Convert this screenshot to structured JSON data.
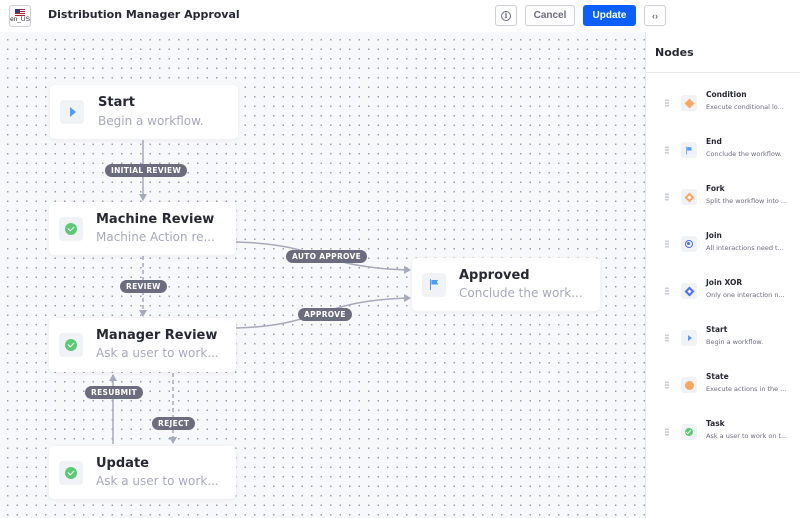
{
  "header": {
    "locale": "en_US",
    "title": "Distribution Manager Approval",
    "cancel_label": "Cancel",
    "update_label": "Update",
    "info_glyph": "i",
    "code_glyph": "‹›"
  },
  "canvas": {
    "nodes": {
      "start": {
        "title": "Start",
        "description": "Begin a workflow.",
        "icon": "play-icon"
      },
      "machine_review": {
        "title": "Machine Review",
        "description": "Machine Action re...",
        "icon": "check-circle-icon"
      },
      "manager_review": {
        "title": "Manager Review",
        "description": "Ask a user to work...",
        "icon": "check-circle-icon"
      },
      "update": {
        "title": "Update",
        "description": "Ask a user to work...",
        "icon": "check-circle-icon"
      },
      "approved": {
        "title": "Approved",
        "description": "Conclude the work...",
        "icon": "flag-icon"
      }
    },
    "transitions": {
      "initial_review": "INITIAL REVIEW",
      "review": "REVIEW",
      "auto_approve": "AUTO APPROVE",
      "approve": "APPROVE",
      "resubmit": "RESUBMIT",
      "reject": "REJECT"
    }
  },
  "sidebar": {
    "title": "Nodes",
    "items": [
      {
        "name": "Condition",
        "description": "Execute conditional lo...",
        "icon": "condition-icon"
      },
      {
        "name": "End",
        "description": "Conclude the workflow.",
        "icon": "flag-icon"
      },
      {
        "name": "Fork",
        "description": "Split the workflow into ...",
        "icon": "fork-icon"
      },
      {
        "name": "Join",
        "description": "All interactions need t...",
        "icon": "join-icon"
      },
      {
        "name": "Join XOR",
        "description": "Only one interaction n...",
        "icon": "join-xor-icon"
      },
      {
        "name": "Start",
        "description": "Begin a workflow.",
        "icon": "play-icon"
      },
      {
        "name": "State",
        "description": "Execute actions in the ...",
        "icon": "state-icon"
      },
      {
        "name": "Task",
        "description": "Ask a user to work on t...",
        "icon": "check-circle-icon"
      }
    ]
  },
  "colors": {
    "primary": "#0b5fff",
    "edge": "#a7a9bc",
    "edge_label_bg": "#6b6c7e",
    "task_green": "#5aca75",
    "start_blue": "#4b9bff",
    "condition_orange": "#f5a860",
    "join_indigo": "#4b6cff"
  }
}
